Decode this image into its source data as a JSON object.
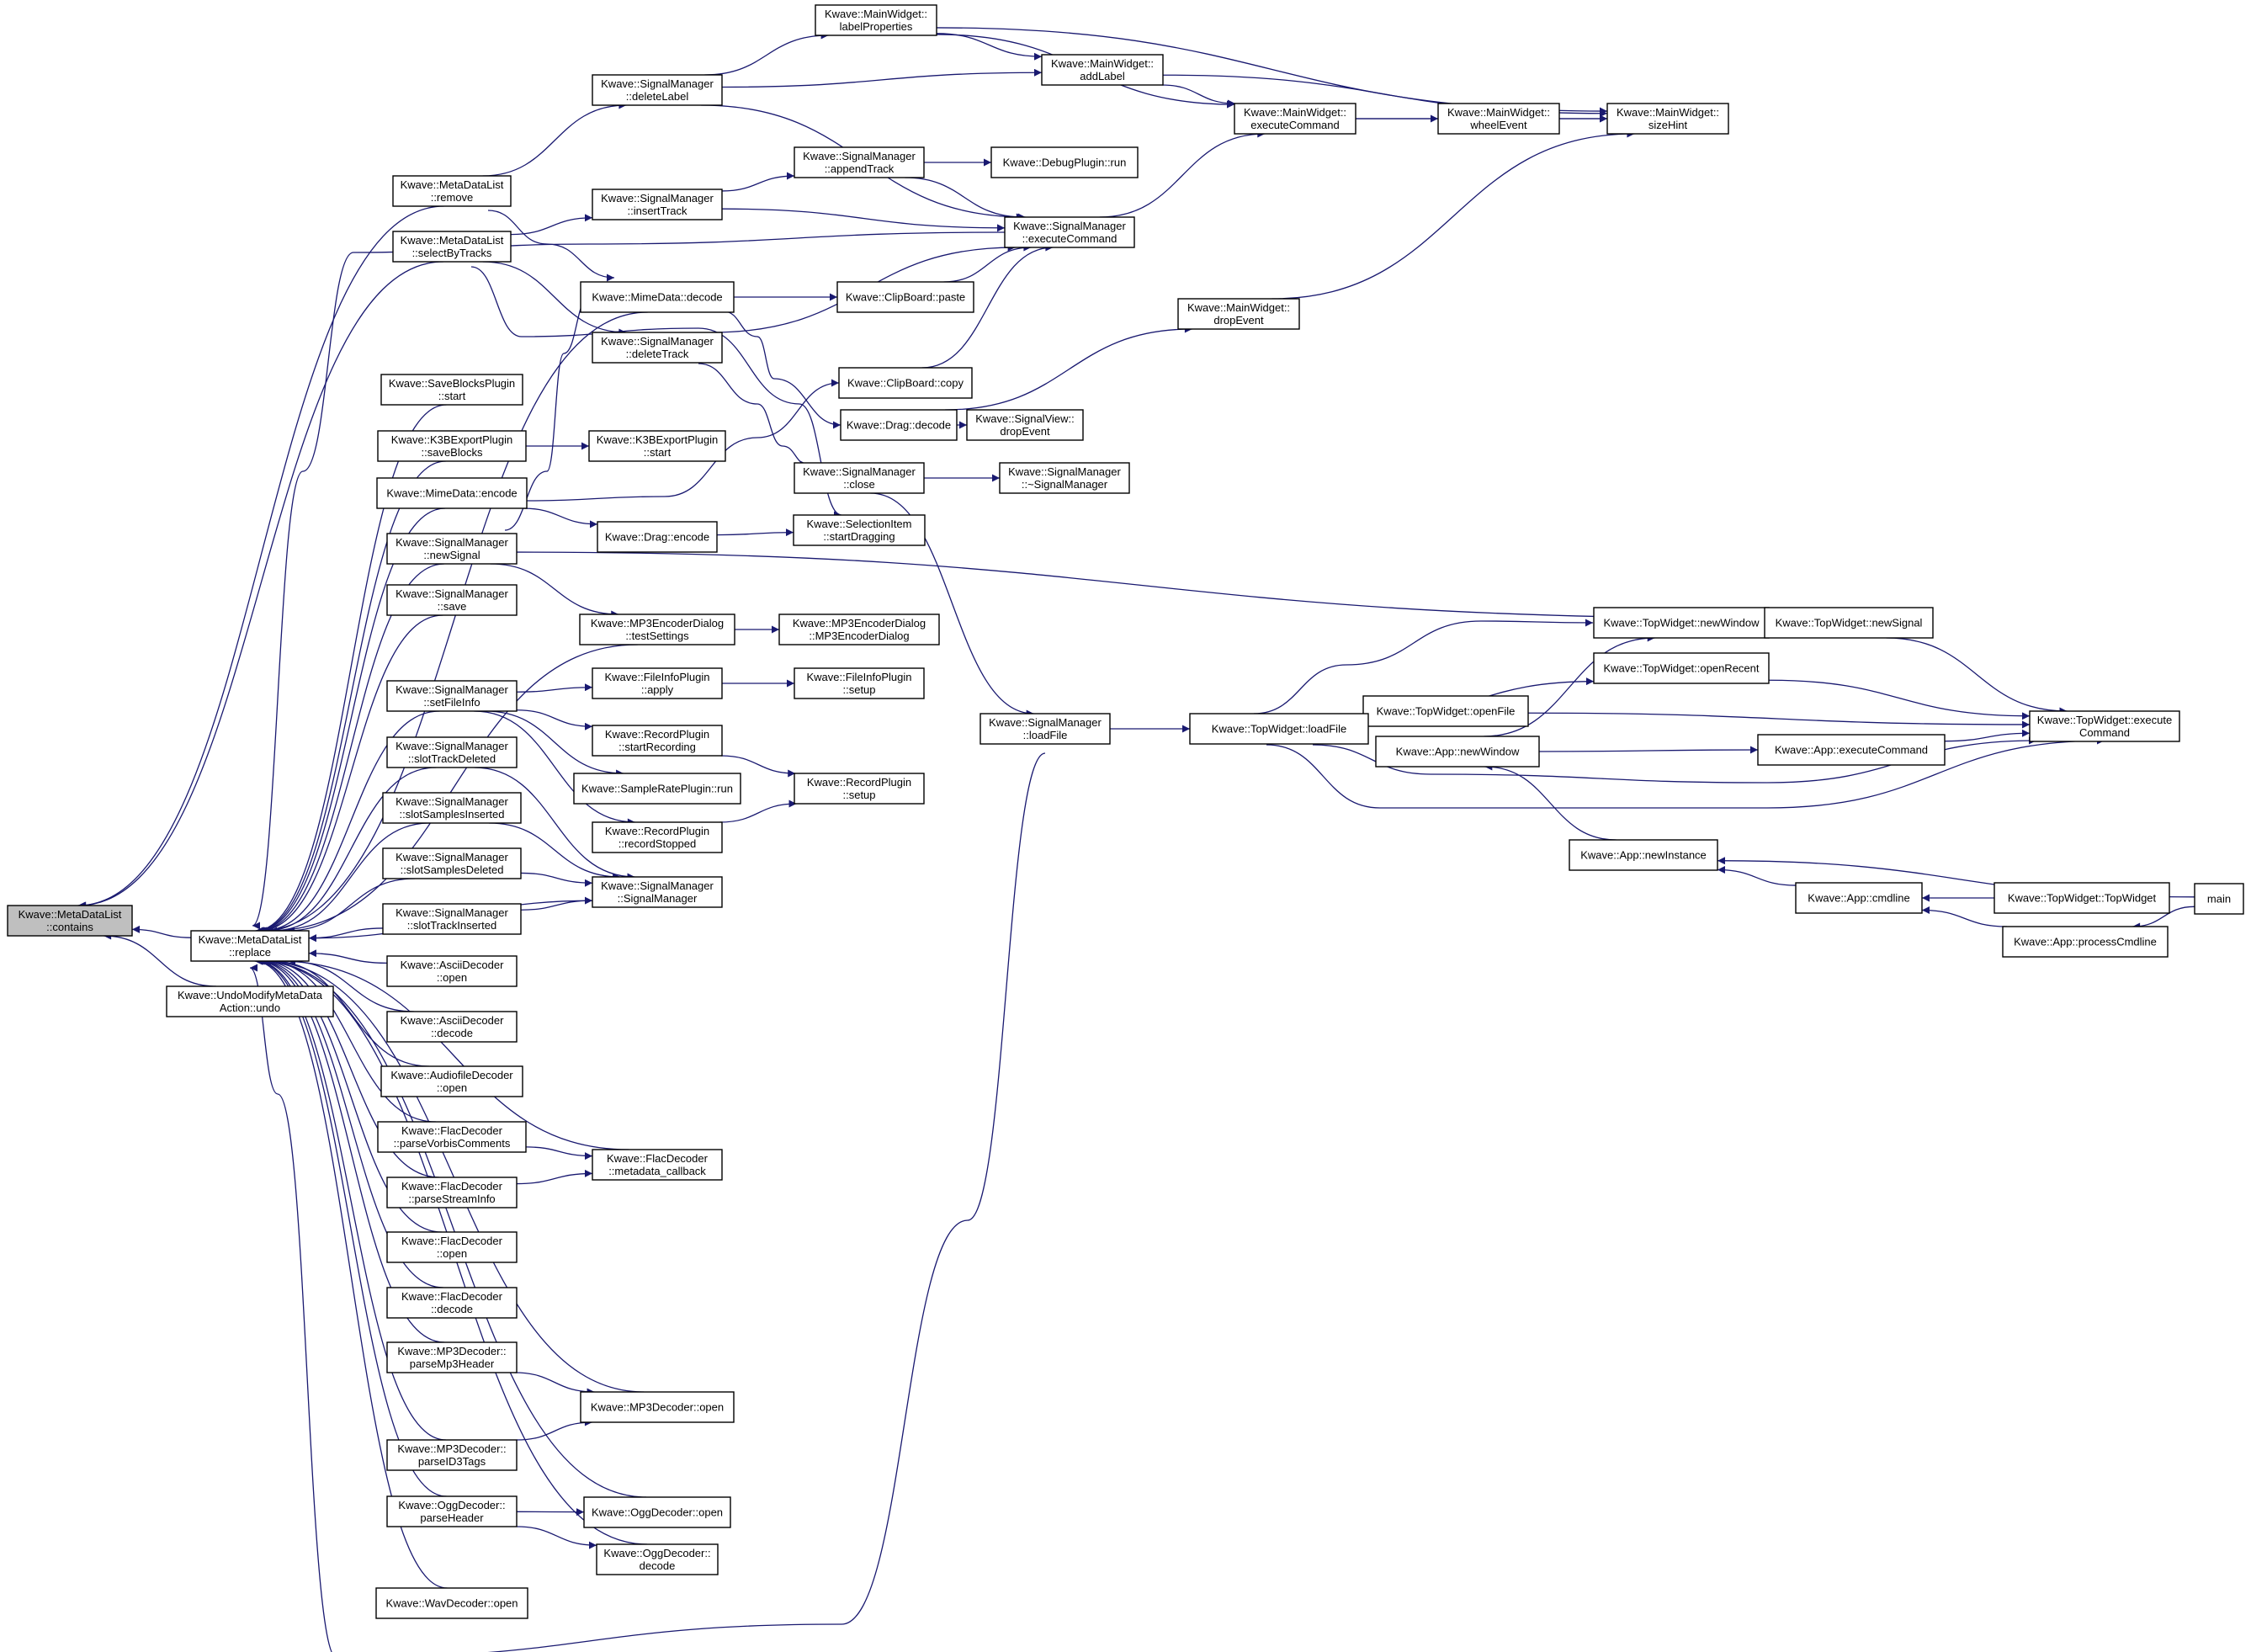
{
  "graph": {
    "root": "contains",
    "colors": {
      "edge": "#191970",
      "node_border": "#000000",
      "node_fill": "#ffffff",
      "root_fill": "#bfbfbf"
    },
    "nodes": [
      {
        "id": "contains",
        "lines": [
          "Kwave::MetaDataList",
          "::contains"
        ],
        "root": true
      },
      {
        "id": "mdl_replace",
        "lines": [
          "Kwave::MetaDataList",
          "::replace"
        ]
      },
      {
        "id": "undo",
        "lines": [
          "Kwave::UndoModifyMetaData",
          "Action::undo"
        ]
      },
      {
        "id": "mdl_remove",
        "lines": [
          "Kwave::MetaDataList",
          "::remove"
        ]
      },
      {
        "id": "mdl_select",
        "lines": [
          "Kwave::MetaDataList",
          "::selectByTracks"
        ]
      },
      {
        "id": "sm_deleteLabel",
        "lines": [
          "Kwave::SignalManager",
          "::deleteLabel"
        ]
      },
      {
        "id": "mw_labelProps",
        "lines": [
          "Kwave::MainWidget::",
          "labelProperties"
        ]
      },
      {
        "id": "mw_addLabel",
        "lines": [
          "Kwave::MainWidget::",
          "addLabel"
        ]
      },
      {
        "id": "mw_execCmd",
        "lines": [
          "Kwave::MainWidget::",
          "executeCommand"
        ]
      },
      {
        "id": "mw_wheel",
        "lines": [
          "Kwave::MainWidget::",
          "wheelEvent"
        ]
      },
      {
        "id": "mw_sizeHint",
        "lines": [
          "Kwave::MainWidget::",
          "sizeHint"
        ]
      },
      {
        "id": "sm_appendTrack",
        "lines": [
          "Kwave::SignalManager",
          "::appendTrack"
        ]
      },
      {
        "id": "debug_run",
        "lines": [
          "Kwave::DebugPlugin::run"
        ]
      },
      {
        "id": "sm_insertTrack",
        "lines": [
          "Kwave::SignalManager",
          "::insertTrack"
        ]
      },
      {
        "id": "sm_execCmd",
        "lines": [
          "Kwave::SignalManager",
          "::executeCommand"
        ]
      },
      {
        "id": "mime_decode",
        "lines": [
          "Kwave::MimeData::decode"
        ]
      },
      {
        "id": "clip_paste",
        "lines": [
          "Kwave::ClipBoard::paste"
        ]
      },
      {
        "id": "mw_drop",
        "lines": [
          "Kwave::MainWidget::",
          "dropEvent"
        ]
      },
      {
        "id": "sm_deleteTrack",
        "lines": [
          "Kwave::SignalManager",
          "::deleteTrack"
        ]
      },
      {
        "id": "clip_copy",
        "lines": [
          "Kwave::ClipBoard::copy"
        ]
      },
      {
        "id": "sbp_start",
        "lines": [
          "Kwave::SaveBlocksPlugin",
          "::start"
        ]
      },
      {
        "id": "drag_decode",
        "lines": [
          "Kwave::Drag::decode"
        ]
      },
      {
        "id": "sv_drop",
        "lines": [
          "Kwave::SignalView::",
          "dropEvent"
        ]
      },
      {
        "id": "k3b_save",
        "lines": [
          "Kwave::K3BExportPlugin",
          "::saveBlocks"
        ]
      },
      {
        "id": "k3b_start",
        "lines": [
          "Kwave::K3BExportPlugin",
          "::start"
        ]
      },
      {
        "id": "sm_close",
        "lines": [
          "Kwave::SignalManager",
          "::close"
        ]
      },
      {
        "id": "sm_dtor",
        "lines": [
          "Kwave::SignalManager",
          "::~SignalManager"
        ]
      },
      {
        "id": "mime_encode",
        "lines": [
          "Kwave::MimeData::encode"
        ]
      },
      {
        "id": "drag_encode",
        "lines": [
          "Kwave::Drag::encode"
        ]
      },
      {
        "id": "sel_drag",
        "lines": [
          "Kwave::SelectionItem",
          "::startDragging"
        ]
      },
      {
        "id": "sm_newSignal",
        "lines": [
          "Kwave::SignalManager",
          "::newSignal"
        ]
      },
      {
        "id": "sm_save",
        "lines": [
          "Kwave::SignalManager",
          "::save"
        ]
      },
      {
        "id": "mp3dlg_test",
        "lines": [
          "Kwave::MP3EncoderDialog",
          "::testSettings"
        ]
      },
      {
        "id": "mp3dlg_ctor",
        "lines": [
          "Kwave::MP3EncoderDialog",
          "::MP3EncoderDialog"
        ]
      },
      {
        "id": "tw_newWindow",
        "lines": [
          "Kwave::TopWidget::newWindow"
        ]
      },
      {
        "id": "tw_newSignal",
        "lines": [
          "Kwave::TopWidget::newSignal"
        ]
      },
      {
        "id": "tw_openRecent",
        "lines": [
          "Kwave::TopWidget::openRecent"
        ]
      },
      {
        "id": "sm_setFileInfo",
        "lines": [
          "Kwave::SignalManager",
          "::setFileInfo"
        ]
      },
      {
        "id": "fi_apply",
        "lines": [
          "Kwave::FileInfoPlugin",
          "::apply"
        ]
      },
      {
        "id": "fi_setup",
        "lines": [
          "Kwave::FileInfoPlugin",
          "::setup"
        ]
      },
      {
        "id": "tw_openFile",
        "lines": [
          "Kwave::TopWidget::openFile"
        ]
      },
      {
        "id": "tw_execCmd",
        "lines": [
          "Kwave::TopWidget::execute",
          "Command"
        ]
      },
      {
        "id": "sm_loadFile",
        "lines": [
          "Kwave::SignalManager",
          "::loadFile"
        ]
      },
      {
        "id": "tw_loadFile",
        "lines": [
          "Kwave::TopWidget::loadFile"
        ]
      },
      {
        "id": "rec_start",
        "lines": [
          "Kwave::RecordPlugin",
          "::startRecording"
        ]
      },
      {
        "id": "sm_slotTrackDeleted",
        "lines": [
          "Kwave::SignalManager",
          "::slotTrackDeleted"
        ]
      },
      {
        "id": "app_newWindow",
        "lines": [
          "Kwave::App::newWindow"
        ]
      },
      {
        "id": "app_execCmd",
        "lines": [
          "Kwave::App::executeCommand"
        ]
      },
      {
        "id": "sr_run",
        "lines": [
          "Kwave::SampleRatePlugin::run"
        ]
      },
      {
        "id": "rec_setup",
        "lines": [
          "Kwave::RecordPlugin",
          "::setup"
        ]
      },
      {
        "id": "sm_slotSamplesInserted",
        "lines": [
          "Kwave::SignalManager",
          "::slotSamplesInserted"
        ]
      },
      {
        "id": "rec_stopped",
        "lines": [
          "Kwave::RecordPlugin",
          "::recordStopped"
        ]
      },
      {
        "id": "app_newInstance",
        "lines": [
          "Kwave::App::newInstance"
        ]
      },
      {
        "id": "sm_slotSamplesDeleted",
        "lines": [
          "Kwave::SignalManager",
          "::slotSamplesDeleted"
        ]
      },
      {
        "id": "sm_ctor",
        "lines": [
          "Kwave::SignalManager",
          "::SignalManager"
        ]
      },
      {
        "id": "main",
        "lines": [
          "main"
        ]
      },
      {
        "id": "app_cmdline",
        "lines": [
          "Kwave::App::cmdline"
        ]
      },
      {
        "id": "tw_ctor",
        "lines": [
          "Kwave::TopWidget::TopWidget"
        ]
      },
      {
        "id": "sm_slotTrackInserted",
        "lines": [
          "Kwave::SignalManager",
          "::slotTrackInserted"
        ]
      },
      {
        "id": "app_processCmd",
        "lines": [
          "Kwave::App::processCmdline"
        ]
      },
      {
        "id": "ascii_open",
        "lines": [
          "Kwave::AsciiDecoder",
          "::open"
        ]
      },
      {
        "id": "ascii_decode",
        "lines": [
          "Kwave::AsciiDecoder",
          "::decode"
        ]
      },
      {
        "id": "af_open",
        "lines": [
          "Kwave::AudiofileDecoder",
          "::open"
        ]
      },
      {
        "id": "flac_vorbis",
        "lines": [
          "Kwave::FlacDecoder",
          "::parseVorbisComments"
        ]
      },
      {
        "id": "flac_meta",
        "lines": [
          "Kwave::FlacDecoder",
          "::metadata_callback"
        ]
      },
      {
        "id": "flac_stream",
        "lines": [
          "Kwave::FlacDecoder",
          "::parseStreamInfo"
        ]
      },
      {
        "id": "flac_open",
        "lines": [
          "Kwave::FlacDecoder",
          "::open"
        ]
      },
      {
        "id": "flac_decode",
        "lines": [
          "Kwave::FlacDecoder",
          "::decode"
        ]
      },
      {
        "id": "mp3_header",
        "lines": [
          "Kwave::MP3Decoder::",
          "parseMp3Header"
        ]
      },
      {
        "id": "mp3_open",
        "lines": [
          "Kwave::MP3Decoder::open"
        ]
      },
      {
        "id": "mp3_id3",
        "lines": [
          "Kwave::MP3Decoder::",
          "parseID3Tags"
        ]
      },
      {
        "id": "ogg_header",
        "lines": [
          "Kwave::OggDecoder::",
          "parseHeader"
        ]
      },
      {
        "id": "ogg_open",
        "lines": [
          "Kwave::OggDecoder::open"
        ]
      },
      {
        "id": "ogg_decode",
        "lines": [
          "Kwave::OggDecoder::",
          "decode"
        ]
      },
      {
        "id": "wav_open",
        "lines": [
          "Kwave::WavDecoder::open"
        ]
      }
    ],
    "edges": [
      [
        "mdl_replace",
        "contains"
      ],
      [
        "undo",
        "contains"
      ],
      [
        "mdl_remove",
        "contains"
      ],
      [
        "mdl_select",
        "contains"
      ],
      [
        "mdl_remove",
        "sm_deleteLabel"
      ],
      [
        "sm_deleteLabel",
        "mw_labelProps"
      ],
      [
        "sm_deleteLabel",
        "mw_addLabel"
      ],
      [
        "sm_deleteLabel",
        "sm_execCmd"
      ],
      [
        "mw_labelProps",
        "mw_addLabel"
      ],
      [
        "mw_labelProps",
        "mw_execCmd"
      ],
      [
        "mw_labelProps",
        "mw_sizeHint"
      ],
      [
        "mw_addLabel",
        "mw_execCmd"
      ],
      [
        "mw_addLabel",
        "mw_sizeHint"
      ],
      [
        "mw_execCmd",
        "mw_wheel"
      ],
      [
        "mw_execCmd",
        "mw_sizeHint"
      ],
      [
        "mw_wheel",
        "mw_sizeHint"
      ],
      [
        "sm_execCmd",
        "mw_execCmd"
      ],
      [
        "mdl_select",
        "sm_insertTrack"
      ],
      [
        "mdl_select",
        "sm_deleteTrack"
      ],
      [
        "mdl_select",
        "sel_drag"
      ],
      [
        "mdl_remove",
        "mime_decode"
      ],
      [
        "sm_insertTrack",
        "sm_appendTrack"
      ],
      [
        "sm_insertTrack",
        "sm_execCmd"
      ],
      [
        "sm_appendTrack",
        "debug_run"
      ],
      [
        "sm_appendTrack",
        "sm_execCmd"
      ],
      [
        "mime_decode",
        "clip_paste"
      ],
      [
        "mime_decode",
        "drag_decode"
      ],
      [
        "clip_paste",
        "sm_execCmd"
      ],
      [
        "sm_deleteTrack",
        "sm_execCmd"
      ],
      [
        "sm_deleteTrack",
        "sm_close"
      ],
      [
        "clip_copy",
        "sm_execCmd"
      ],
      [
        "mw_drop",
        "mw_sizeHint"
      ],
      [
        "drag_decode",
        "mw_drop"
      ],
      [
        "drag_decode",
        "sv_drop"
      ],
      [
        "k3b_save",
        "k3b_start"
      ],
      [
        "sm_close",
        "sm_dtor"
      ],
      [
        "sm_close",
        "sm_loadFile"
      ],
      [
        "mime_encode",
        "clip_copy"
      ],
      [
        "mime_encode",
        "drag_encode"
      ],
      [
        "drag_encode",
        "sel_drag"
      ],
      [
        "sm_newSignal",
        "mime_decode"
      ],
      [
        "sm_newSignal",
        "mp3dlg_test"
      ],
      [
        "sm_newSignal",
        "tw_newSignal"
      ],
      [
        "mp3dlg_test",
        "mp3dlg_ctor"
      ],
      [
        "tw_newWindow",
        "tw_newSignal"
      ],
      [
        "tw_newSignal",
        "tw_execCmd"
      ],
      [
        "tw_openRecent",
        "tw_execCmd"
      ],
      [
        "tw_openFile",
        "tw_execCmd"
      ],
      [
        "app_execCmd",
        "tw_execCmd"
      ],
      [
        "app_newWindow",
        "app_execCmd"
      ],
      [
        "app_newWindow",
        "tw_newWindow"
      ],
      [
        "tw_loadFile",
        "tw_newWindow"
      ],
      [
        "tw_loadFile",
        "tw_openRecent"
      ],
      [
        "tw_loadFile",
        "tw_openFile"
      ],
      [
        "tw_loadFile",
        "app_newWindow"
      ],
      [
        "tw_loadFile",
        "tw_execCmd"
      ],
      [
        "sm_loadFile",
        "tw_loadFile"
      ],
      [
        "sm_setFileInfo",
        "fi_apply"
      ],
      [
        "sm_setFileInfo",
        "rec_start"
      ],
      [
        "sm_setFileInfo",
        "sr_run"
      ],
      [
        "sm_setFileInfo",
        "rec_stopped"
      ],
      [
        "fi_apply",
        "fi_setup"
      ],
      [
        "rec_start",
        "rec_setup"
      ],
      [
        "rec_stopped",
        "rec_setup"
      ],
      [
        "sm_slotTrackDeleted",
        "sm_ctor"
      ],
      [
        "sm_slotSamplesInserted",
        "sm_ctor"
      ],
      [
        "sm_slotSamplesDeleted",
        "sm_ctor"
      ],
      [
        "sm_slotTrackInserted",
        "sm_ctor"
      ],
      [
        "app_newInstance",
        "app_newWindow"
      ],
      [
        "app_cmdline",
        "app_newInstance"
      ],
      [
        "app_processCmd",
        "app_cmdline"
      ],
      [
        "tw_ctor",
        "app_cmdline"
      ],
      [
        "main",
        "app_newInstance"
      ],
      [
        "main",
        "app_processCmd"
      ],
      [
        "flac_vorbis",
        "flac_meta"
      ],
      [
        "flac_stream",
        "flac_meta"
      ],
      [
        "mp3_header",
        "mp3_open"
      ],
      [
        "mp3_id3",
        "mp3_open"
      ],
      [
        "ogg_header",
        "ogg_open"
      ],
      [
        "ogg_header",
        "ogg_decode"
      ],
      [
        "sbp_start",
        "mdl_replace"
      ],
      [
        "k3b_save",
        "mdl_replace"
      ],
      [
        "mime_encode",
        "mdl_replace"
      ],
      [
        "sm_newSignal",
        "mdl_replace"
      ],
      [
        "sm_save",
        "mdl_replace"
      ],
      [
        "mp3dlg_test",
        "mdl_replace"
      ],
      [
        "sm_setFileInfo",
        "mdl_replace"
      ],
      [
        "sm_slotTrackDeleted",
        "mdl_replace"
      ],
      [
        "sm_slotSamplesInserted",
        "mdl_replace"
      ],
      [
        "sm_slotSamplesDeleted",
        "mdl_replace"
      ],
      [
        "sm_slotTrackInserted",
        "mdl_replace"
      ],
      [
        "sm_execCmd",
        "mdl_replace"
      ],
      [
        "mime_decode",
        "mdl_replace"
      ],
      [
        "ascii_open",
        "mdl_replace"
      ],
      [
        "ascii_decode",
        "mdl_replace"
      ],
      [
        "af_open",
        "mdl_replace"
      ],
      [
        "flac_vorbis",
        "mdl_replace"
      ],
      [
        "flac_stream",
        "mdl_replace"
      ],
      [
        "flac_open",
        "mdl_replace"
      ],
      [
        "flac_decode",
        "mdl_replace"
      ],
      [
        "mp3_header",
        "mdl_replace"
      ],
      [
        "mp3_id3",
        "mdl_replace"
      ],
      [
        "ogg_header",
        "mdl_replace"
      ],
      [
        "wav_open",
        "mdl_replace"
      ],
      [
        "flac_meta",
        "mdl_replace"
      ],
      [
        "mp3_open",
        "mdl_replace"
      ],
      [
        "ogg_open",
        "mdl_replace"
      ],
      [
        "ogg_decode",
        "mdl_replace"
      ],
      [
        "sm_ctor",
        "mdl_replace"
      ],
      [
        "sm_loadFile",
        "mdl_replace"
      ]
    ]
  }
}
